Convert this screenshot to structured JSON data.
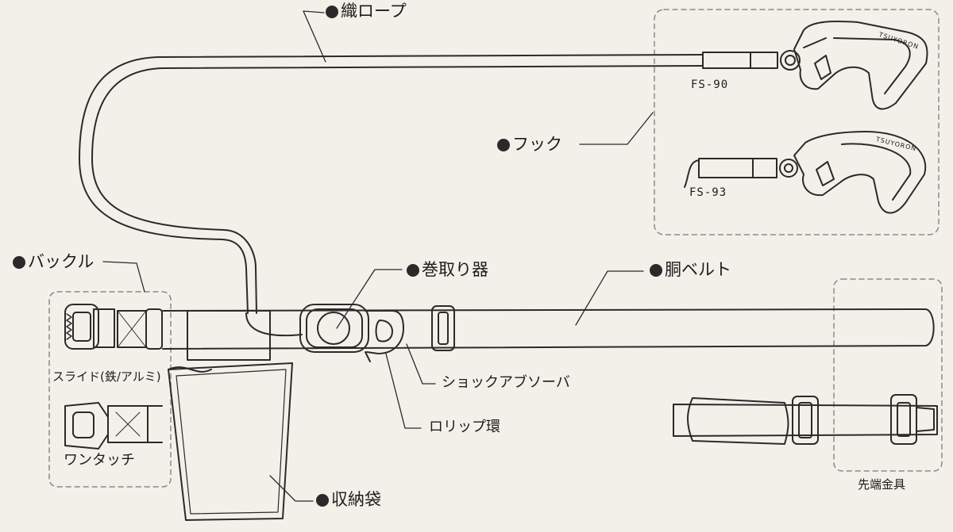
{
  "labels": {
    "rope": "織ロープ",
    "hook": "フック",
    "buckle": "バックル",
    "reel": "巻取り器",
    "belt": "胴ベルト",
    "shock_absorber": "ショックアブソーバ",
    "d_ring": "ロリップ環",
    "pouch": "収納袋",
    "slide": "スライド(鉄/アルミ)",
    "one_touch": "ワンタッチ",
    "tip_fitting": "先端金具",
    "model_1": "FS-90",
    "model_2": "FS-93",
    "hook_brand": "TSUYORON"
  },
  "colors": {
    "ink": "#2a2a2a",
    "paper": "#f3f0ea",
    "dash": "#8a8a8a"
  },
  "icons": {
    "bullet": "filled-circle"
  }
}
